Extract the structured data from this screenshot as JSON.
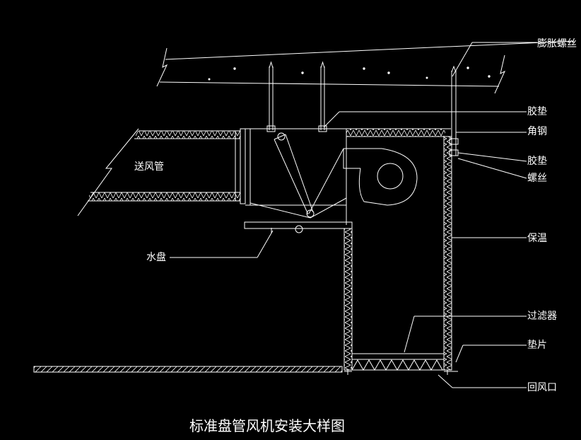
{
  "colors": {
    "background": "#000000",
    "lines": "#ffffff"
  },
  "labels": {
    "expansion_bolt": "膨胀螺丝",
    "rubber_pad_top": "胶垫",
    "angle_steel": "角钢",
    "rubber_pad_bottom": "胶垫",
    "bolt": "螺丝",
    "supply_duct": "送风管",
    "drip_pan": "水盘",
    "insulation": "保温",
    "filter": "过滤器",
    "gasket": "垫片",
    "return_air_inlet": "回风口"
  },
  "title": "标准盘管风机安装大样图"
}
